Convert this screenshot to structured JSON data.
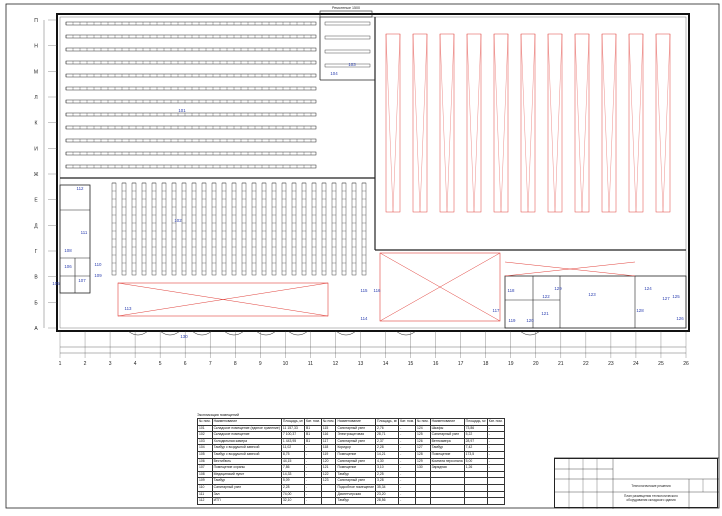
{
  "drawing": {
    "top_axis_label": "Ремонтные 1500",
    "row_axes": [
      "П",
      "Н",
      "М",
      "Л",
      "К",
      "И",
      "Ж",
      "Е",
      "Д",
      "Г",
      "В",
      "Б",
      "А"
    ],
    "col_axes": [
      "1",
      "2",
      "3",
      "4",
      "5",
      "6",
      "7",
      "8",
      "9",
      "10",
      "11",
      "12",
      "13",
      "14",
      "15",
      "16",
      "17",
      "18",
      "19",
      "20",
      "21",
      "22",
      "23",
      "24",
      "25",
      "26"
    ],
    "rooms": [
      "101",
      "102",
      "103",
      "104",
      "105",
      "106",
      "107",
      "108",
      "109",
      "110",
      "111",
      "112",
      "113",
      "114",
      "115",
      "116",
      "117",
      "118",
      "119",
      "120",
      "121",
      "122",
      "123",
      "124",
      "125",
      "126",
      "127",
      "128",
      "129",
      "130"
    ],
    "colors": {
      "line": "#222222",
      "red": "#e0403a",
      "blue": "#2b3fb0"
    }
  },
  "table": {
    "title": "Экспликация помещений",
    "headers": [
      "№ пом.",
      "Наименование",
      "Площадь, м²",
      "Кат. пом."
    ],
    "rows": [
      [
        "101",
        "Складское помещение (единое хранение)",
        "11 157,33",
        "В1",
        "115",
        "Санитарный узел",
        "2,76",
        "-",
        "124",
        "Шкафы",
        "73,86",
        "-"
      ],
      [
        "102",
        "Складское помещение",
        "7 100,37",
        "В1",
        "116",
        "Электрощитовая",
        "28,71",
        "-",
        "125",
        "Санитарный узел",
        "5,22",
        "-"
      ],
      [
        "103",
        "Холодильная камера",
        "1 443,95",
        "В1",
        "117",
        "Санитарный узел",
        "2,37",
        "-",
        "126",
        "Венткамера",
        "28,97",
        "-"
      ],
      [
        "104",
        "Тамбур с воздушной завесой",
        "11,02",
        "-",
        "118",
        "Коридор",
        "2,28",
        "-",
        "127",
        "Тамбур",
        "7,42",
        "-"
      ],
      [
        "105",
        "Тамбур с воздушной завесой",
        "8,75",
        "-",
        "119",
        "Помещение",
        "14,21",
        "-",
        "128",
        "Помещение",
        "173,5",
        "-"
      ],
      [
        "106",
        "Вестибюль",
        "44,15",
        "-",
        "120",
        "Санитарный узел",
        "4,30",
        "-",
        "129",
        "Комната персонала",
        "5,00",
        "-"
      ],
      [
        "107",
        "Помещение охраны",
        "7,86",
        "-",
        "121",
        "Помещение",
        "3,10",
        "-",
        "130",
        "Зарядная",
        "1,26",
        "-"
      ],
      [
        "108",
        "Медицинский пункт",
        "14,33",
        "-",
        "122",
        "Тамбур",
        "2,25",
        "-",
        "",
        "",
        "",
        ""
      ],
      [
        "109",
        "Тамбур",
        "5,09",
        "-",
        "123",
        "Санитарный узел",
        "3,28",
        "-",
        "",
        "",
        "",
        ""
      ],
      [
        "110",
        "Санитарный узел",
        "2,28",
        "-",
        "",
        "Подсобное помещение",
        "35,34",
        "-",
        "",
        "",
        "",
        ""
      ],
      [
        "111",
        "Зал",
        "74,00",
        "-",
        "",
        "Диспетчерская",
        "23,20",
        "-",
        "",
        "",
        "",
        ""
      ],
      [
        "112",
        "ИТП",
        "32,10",
        "-",
        "",
        "Тамбур",
        "28,56",
        "-",
        "",
        "",
        "",
        ""
      ]
    ]
  },
  "stamp": {
    "title": "Технологические решения",
    "subtitle": "План размещения технологического оборудования складского здания"
  }
}
